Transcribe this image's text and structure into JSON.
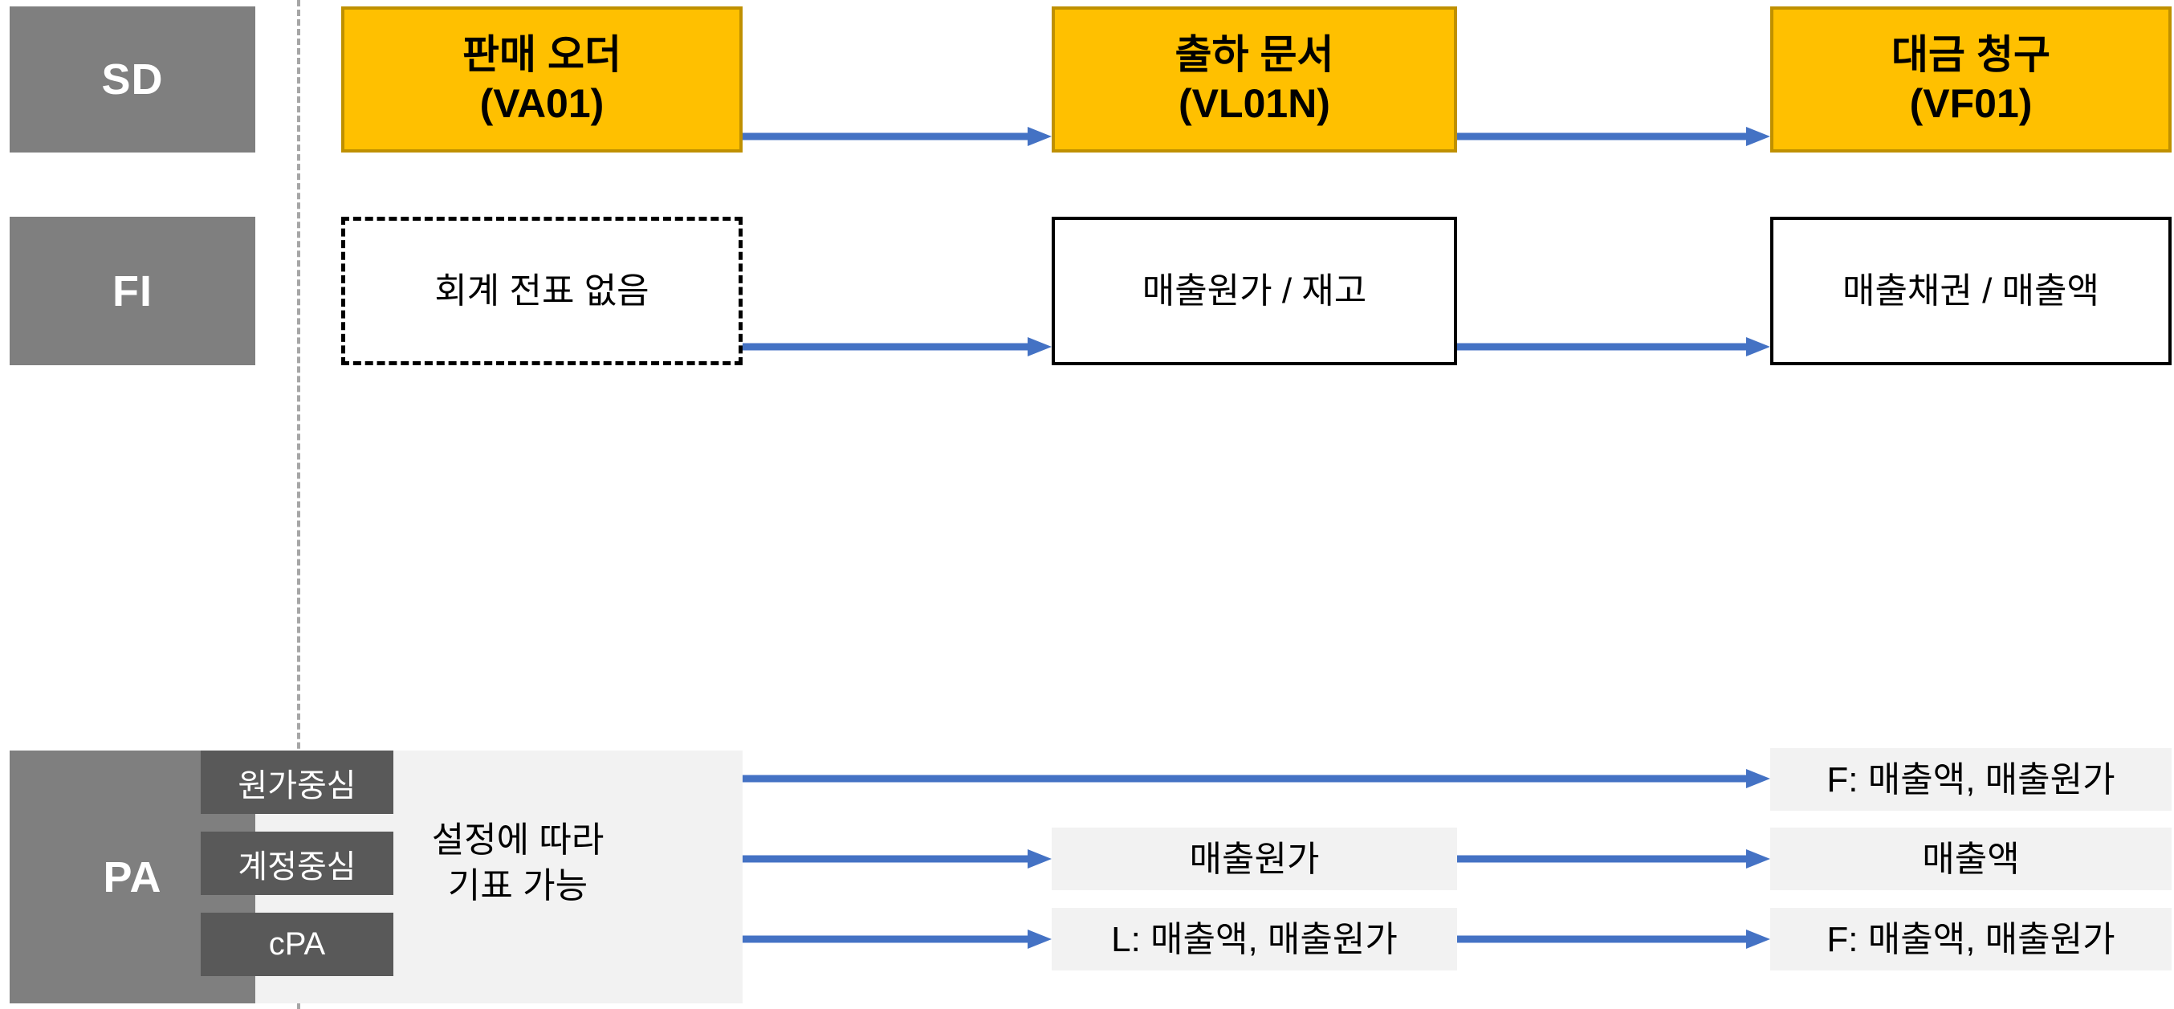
{
  "diagram": {
    "title": "SAP SD-FI-PA document flow",
    "colors": {
      "module_label_bg": "#7F7F7F",
      "sd_box_fill": "#FFC000",
      "sd_box_border": "#BF9000",
      "fi_box_border": "#000000",
      "pa_panel_bg": "#F2F2F2",
      "pa_sub_bg": "#595959",
      "arrow": "#4472C4",
      "divider": "#A6A6A6"
    },
    "divider": {
      "style": "dashed-vertical"
    }
  },
  "rows": {
    "sd": {
      "module_label": "SD",
      "boxes": [
        {
          "line1": "판매 오더",
          "line2": "(VA01)"
        },
        {
          "line1": "출하 문서",
          "line2": "(VL01N)"
        },
        {
          "line1": "대금 청구",
          "line2": "(VF01)"
        }
      ]
    },
    "fi": {
      "module_label": "FI",
      "boxes": [
        {
          "text": "회계 전표 없음",
          "border": "dashed"
        },
        {
          "text": "매출원가 / 재고",
          "border": "solid"
        },
        {
          "text": "매출채권 / 매출액",
          "border": "solid"
        }
      ]
    },
    "pa": {
      "module_label": "PA",
      "sub_labels": [
        "원가중심",
        "계정중심",
        "cPA"
      ],
      "note": {
        "line1": "설정에 따라",
        "line2": "기표 가능"
      },
      "lanes": [
        {
          "name": "원가중심",
          "middle": "",
          "right": "F: 매출액, 매출원가"
        },
        {
          "name": "계정중심",
          "middle": "매출원가",
          "right": "매출액"
        },
        {
          "name": "cPA",
          "middle": "L: 매출액, 매출원가",
          "right": "F: 매출액, 매출원가"
        }
      ]
    }
  }
}
